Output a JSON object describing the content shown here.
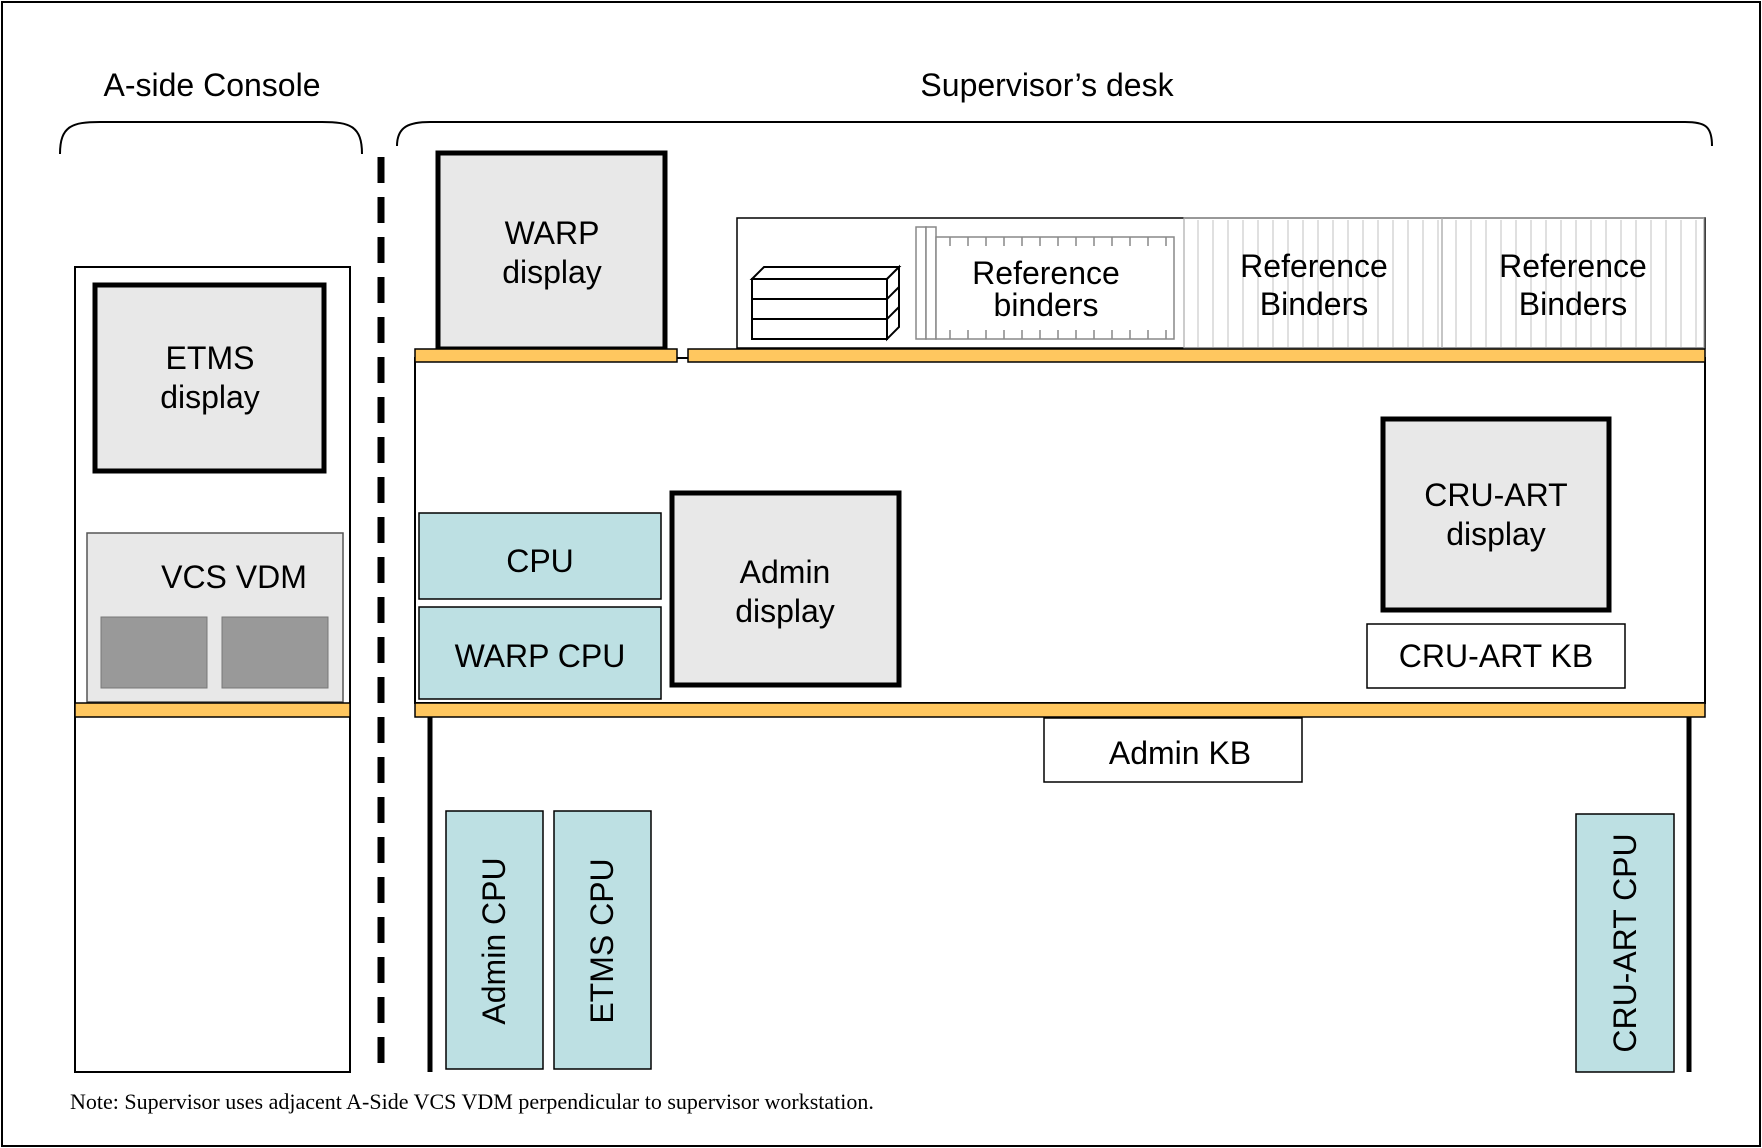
{
  "headings": {
    "a_side": "A-side Console",
    "supervisor": "Supervisor’s desk"
  },
  "labels": {
    "etms_display": [
      "ETMS",
      "display"
    ],
    "vcs_vdm": "VCS VDM",
    "warp_display": [
      "WARP",
      "display"
    ],
    "reference_binders_1": [
      "Reference",
      "binders"
    ],
    "reference_binders_2": [
      "Reference",
      "Binders"
    ],
    "reference_binders_3": [
      "Reference",
      "Binders"
    ],
    "cpu": "CPU",
    "warp_cpu": "WARP CPU",
    "admin_display": [
      "Admin",
      "display"
    ],
    "cru_art_display": [
      "CRU-ART",
      "display"
    ],
    "cru_art_kb": "CRU-ART KB",
    "admin_kb": "Admin KB",
    "admin_cpu": "Admin CPU",
    "etms_cpu": "ETMS CPU",
    "cru_art_cpu": "CRU-ART CPU"
  },
  "note": "Note: Supervisor uses adjacent A-Side VCS VDM perpendicular to supervisor workstation.",
  "colors": {
    "shelf": "#ffc75f",
    "cpu_fill": "#bde0e3",
    "display_fill": "#e8e8e8",
    "vdm_screen": "#999999",
    "outline": "#000000"
  }
}
